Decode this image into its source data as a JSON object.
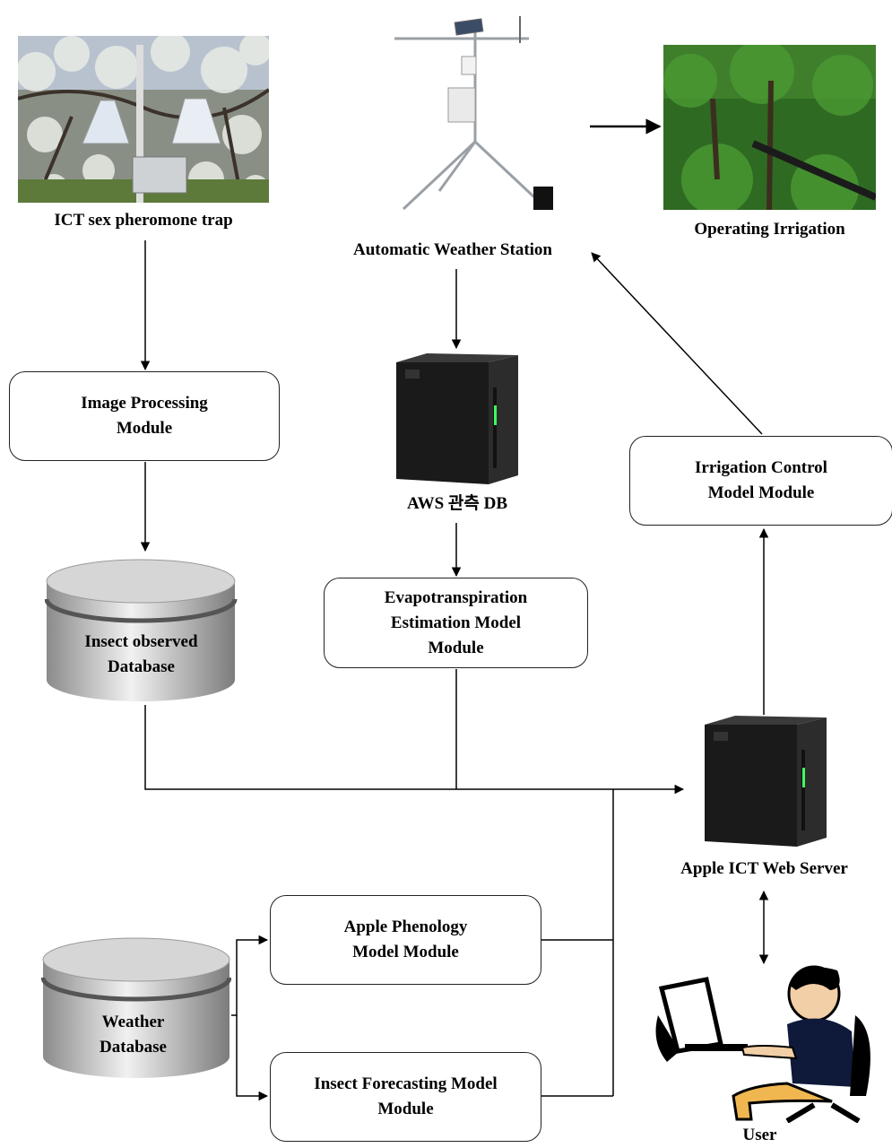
{
  "nodes": {
    "trap_label": "ICT sex pheromone trap",
    "aws_label": "Automatic  Weather Station",
    "irrigation_photo_label": "Operating  Irrigation",
    "image_module": [
      "Image Processing",
      "Module"
    ],
    "aws_db_label": "AWS 관측 DB",
    "irrigation_module": [
      "Irrigation  Control",
      "Model Module"
    ],
    "insect_db": [
      "Insect observed",
      "Database"
    ],
    "et_module": [
      "Evapotranspiration",
      "Estimation  Model",
      "Module"
    ],
    "web_server_label": "Apple  ICT Web Server",
    "phenology_module": [
      "Apple  Phenology",
      "Model Module"
    ],
    "weather_db": [
      "Weather",
      "Database"
    ],
    "forecast_module": [
      "Insect Forecasting  Model",
      "Module"
    ],
    "user_label": "User"
  }
}
